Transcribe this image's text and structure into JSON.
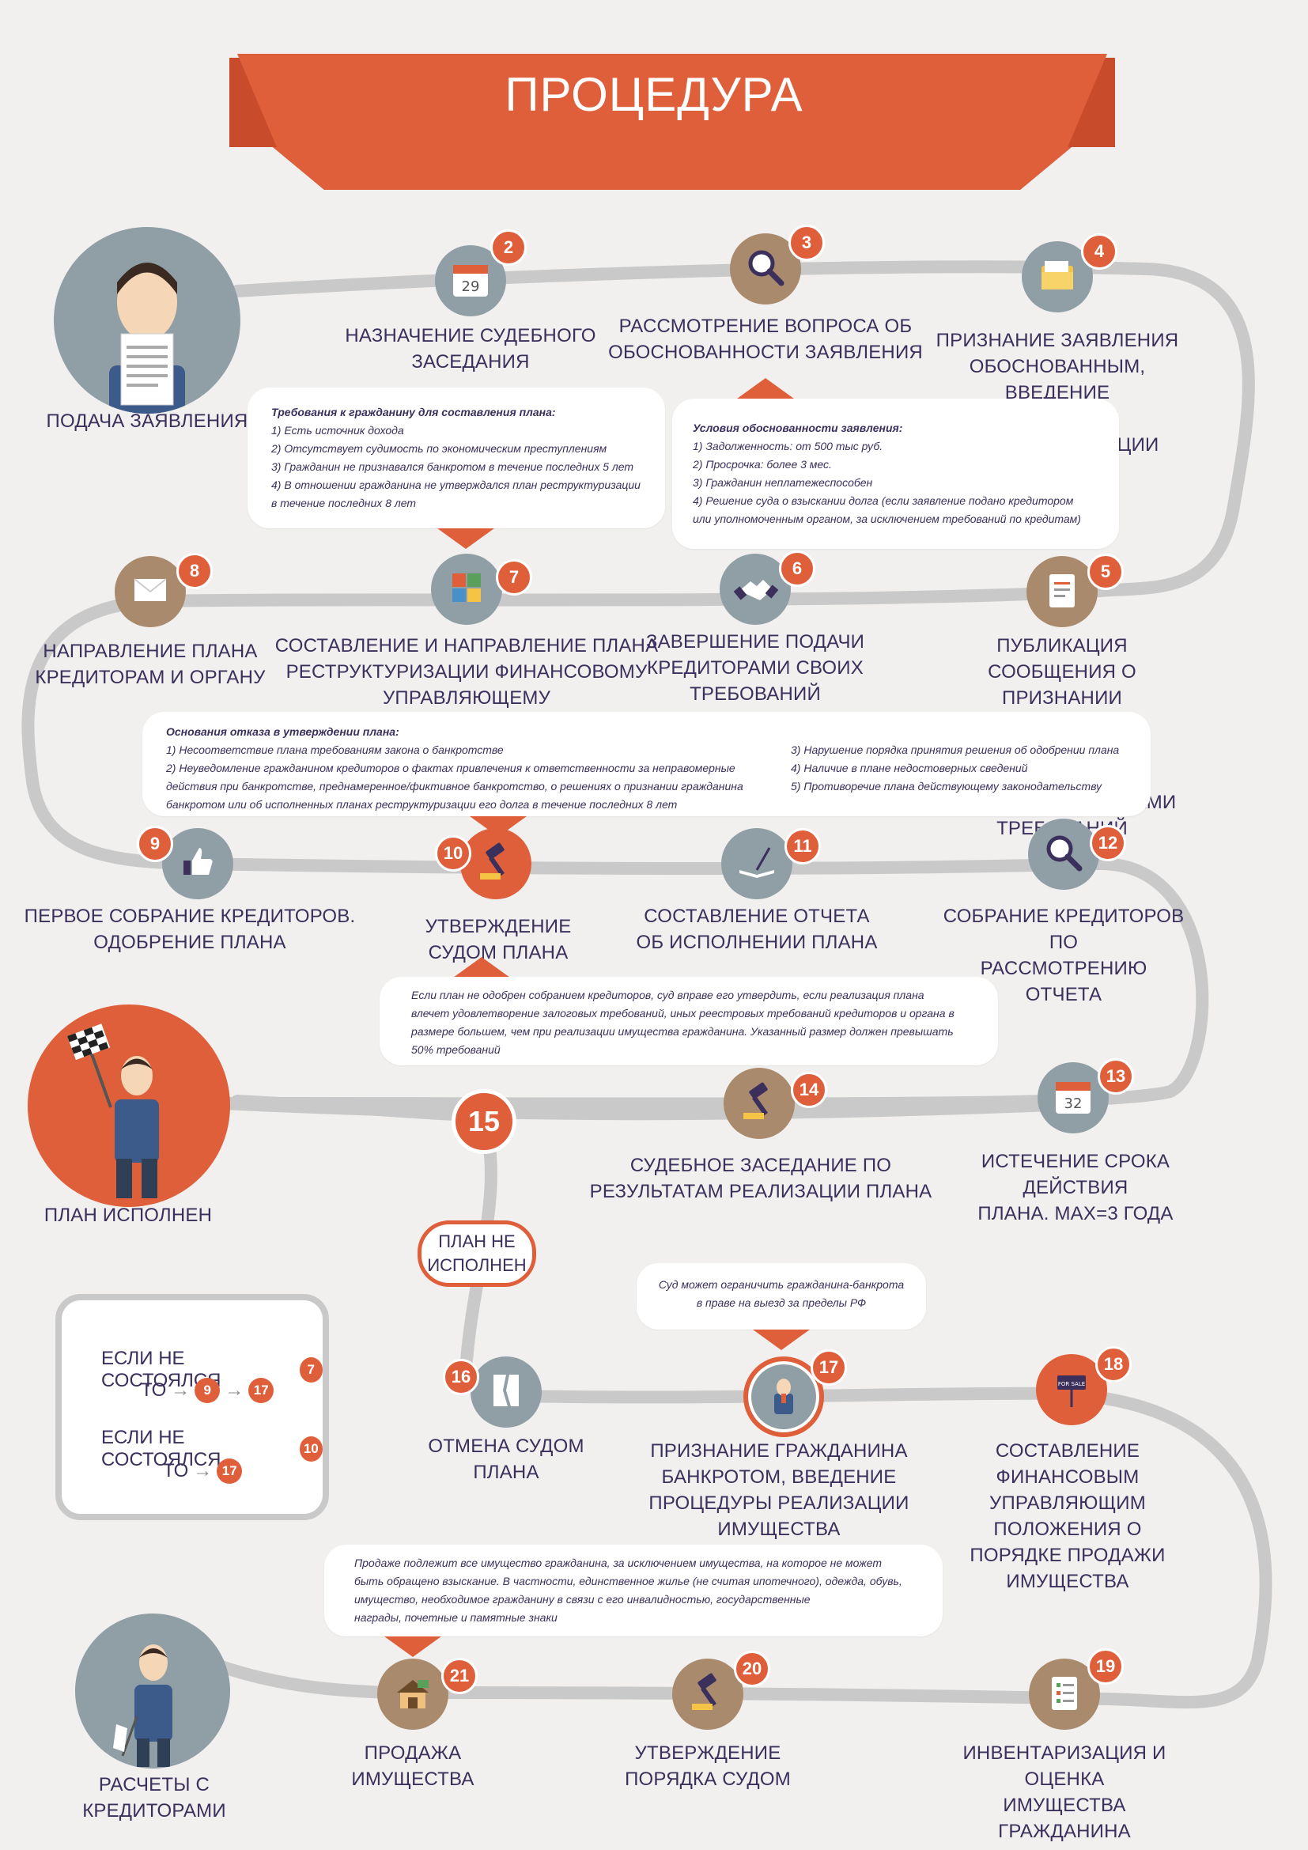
{
  "title": "ПРОЦЕДУРА",
  "colors": {
    "orange": "#e05f3b",
    "track": "#c9c9c9",
    "text": "#3b2f5c",
    "gray_circle": "#909fa6",
    "tan_circle": "#a98a6c",
    "bg": "#f1f0ee"
  },
  "steps": [
    {
      "id": "1",
      "label": "ПОДАЧА ЗАЯВЛЕНИЯ",
      "icon": "man-with-document-icon"
    },
    {
      "id": "2",
      "label": "НАЗНАЧЕНИЕ СУДЕБНОГО\nЗАСЕДАНИЯ",
      "icon": "calendar-icon",
      "icon_text": "29"
    },
    {
      "id": "3",
      "label": "РАССМОТРЕНИЕ ВОПРОСА ОБ\nОБОСНОВАННОСТИ ЗАЯВЛЕНИЯ",
      "icon": "magnifier-icon"
    },
    {
      "id": "4",
      "label": "ПРИЗНАНИЕ ЗАЯВЛЕНИЯ\nОБОСНОВАННЫМ, ВВЕДЕНИЕ\nПРОЦЕДУРЫ РЕСТРУКТУРИЗАЦИИ",
      "icon": "folder-icon"
    },
    {
      "id": "5",
      "label": "ПУБЛИКАЦИЯ СООБЩЕНИЯ О ПРИЗНАНИИ\nЗАЯВЛЕНИЯ ОБОСНОВАННЫМ. НАЧАЛО\nПОДАЧИ КРЕДИТОРАМИ ТРЕБОВАНИЙ",
      "icon": "notepad-icon"
    },
    {
      "id": "6",
      "label": "ЗАВЕРШЕНИЕ ПОДАЧИ\nКРЕДИТОРАМИ СВОИХ\nТРЕБОВАНИЙ",
      "icon": "handshake-icon"
    },
    {
      "id": "7",
      "label": "СОСТАВЛЕНИЕ И НАПРАВЛЕНИЕ ПЛАНА\nРЕСТРУКТУРИЗАЦИИ ФИНАНСОВОМУ\nУПРАВЛЯЮЩЕМУ",
      "icon": "puzzle-icon"
    },
    {
      "id": "8",
      "label": "НАПРАВЛЕНИЕ ПЛАНА\nКРЕДИТОРАМ И ОРГАНУ",
      "icon": "envelope-icon"
    },
    {
      "id": "9",
      "label": "ПЕРВОЕ СОБРАНИЕ КРЕДИТОРОВ.\nОДОБРЕНИЕ ПЛАНА",
      "icon": "thumbs-up-icon"
    },
    {
      "id": "10",
      "label": "УТВЕРЖДЕНИЕ\nСУДОМ ПЛАНА",
      "icon": "gavel-icon"
    },
    {
      "id": "11",
      "label": "СОСТАВЛЕНИЕ ОТЧЕТА\nОБ ИСПОЛНЕНИИ ПЛАНА",
      "icon": "book-pen-icon"
    },
    {
      "id": "12",
      "label": "СОБРАНИЕ КРЕДИТОРОВ ПО\nРАССМОТРЕНИЮ ОТЧЕТА",
      "icon": "magnifier-icon"
    },
    {
      "id": "13",
      "label": "ИСТЕЧЕНИЕ СРОКА ДЕЙСТВИЯ\nПЛАНА. MAX=3 ГОДА",
      "icon": "calendar-icon",
      "icon_text": "32"
    },
    {
      "id": "14",
      "label": "СУДЕБНОЕ ЗАСЕДАНИЕ ПО\nРЕЗУЛЬТАТАМ РЕАЛИЗАЦИИ ПЛАНА",
      "icon": "gavel-icon"
    },
    {
      "id": "15",
      "label": "",
      "icon": ""
    },
    {
      "id": "16",
      "label": "ОТМЕНА СУДОМ\nПЛАНА",
      "icon": "torn-document-icon"
    },
    {
      "id": "17",
      "label": "ПРИЗНАНИЕ ГРАЖДАНИНА\nБАНКРОТОМ, ВВЕДЕНИЕ\nПРОЦЕДУРЫ РЕАЛИЗАЦИИ\nИМУЩЕСТВА",
      "icon": "bankrupt-man-icon"
    },
    {
      "id": "18",
      "label": "СОСТАВЛЕНИЕ ФИНАНСОВЫМ\nУПРАВЛЯЮЩИМ ПОЛОЖЕНИЯ О\nПОРЯДКЕ ПРОДАЖИ ИМУЩЕСТВА",
      "icon": "for-sale-sign-icon",
      "icon_text": "FOR SALE"
    },
    {
      "id": "19",
      "label": "ИНВЕНТАРИЗАЦИЯ И ОЦЕНКА\nИМУЩЕСТВА ГРАЖДАНИНА",
      "icon": "checklist-icon"
    },
    {
      "id": "20",
      "label": "УТВЕРЖДЕНИЕ\nПОРЯДКА СУДОМ",
      "icon": "gavel-icon"
    },
    {
      "id": "21",
      "label": "ПРОДАЖА\nИМУЩЕСТВА",
      "icon": "house-with-money-icon"
    }
  ],
  "end_plan_done": {
    "label": "ПЛАН ИСПОЛНЕН",
    "icon": "man-with-checkered-flag-icon"
  },
  "end_settlements": {
    "label": "РАСЧЕТЫ С\nКРЕДИТОРАМИ",
    "icon": "man-with-white-flag-icon"
  },
  "plan_not_done": "ПЛАН НЕ\nИСПОЛНЕН",
  "notes": {
    "plan_requirements": {
      "title": "Требования к гражданину для составления плана:",
      "lines": [
        "1) Есть источник дохода",
        "2) Отсутствует судимость по экономическим преступлениям",
        "3) Гражданин не признавался банкротом в течение последних 5 лет",
        "4) В отношении гражданина не утверждался план реструктуризации",
        "в течение последних 8 лет"
      ]
    },
    "validity_conditions": {
      "title": "Условия обоснованности заявления:",
      "lines": [
        "1) Задолженность: от 500 тыс руб.",
        "2) Просрочка: более 3 мес.",
        "3) Гражданин неплатежеспособен",
        "4) Решение суда о взыскании долга (если заявление подано кредитором",
        "или уполномоченным органом, за исключением требований по кредитам)"
      ]
    },
    "refusal_grounds": {
      "title": "Основания отказа в утверждении плана:",
      "left": [
        "1) Несоответствие плана требованиям закона о банкротстве",
        "2) Неуведомление гражданином кредиторов о фактах привлечения к ответственности за неправомерные",
        "действия при банкротстве, преднамеренное/фиктивное банкротство, о решениях о признании гражданина",
        "банкротом или об исполненных планах реструктуризации его долга в течение последних 8 лет"
      ],
      "right": [
        "3) Нарушение порядка принятия решения об одобрении плана",
        "4) Наличие в плане недостоверных сведений",
        "5) Противоречие плана действующему законодательству"
      ]
    },
    "court_approval": {
      "lines": [
        "Если план не одобрен собранием кредиторов, суд вправе его утвердить, если реализация плана",
        "влечет удовлетворение залоговых требований, иных реестровых требований кредиторов и органа в",
        "размере большем, чем при реализации имущества гражданина. Указанный размер должен превышать",
        "50% требований"
      ]
    },
    "travel_restriction": {
      "lines": [
        "Суд может ограничить гражданина-банкрота",
        "в праве на выезд за пределы РФ"
      ]
    },
    "property_sale": {
      "lines": [
        "Продаже подлежит все имущество гражданина, за исключением имущества, на которое не может",
        "быть обращено взыскание. В частности, единственное жилье (не считая ипотечного), одежда, обувь,",
        "имущество, необходимое гражданину в связи с его инвалидностью, государственные",
        "награды, почетные и памятные знаки"
      ]
    }
  },
  "legend": {
    "row1": {
      "text": "ЕСЛИ НЕ СОСТОЯЛСЯ",
      "cond": "7",
      "then": "ТО",
      "a": "9",
      "b": "17"
    },
    "row2": {
      "text": "ЕСЛИ НЕ СОСТОЯЛСЯ",
      "cond": "10",
      "then": "ТО",
      "b": "17"
    }
  }
}
